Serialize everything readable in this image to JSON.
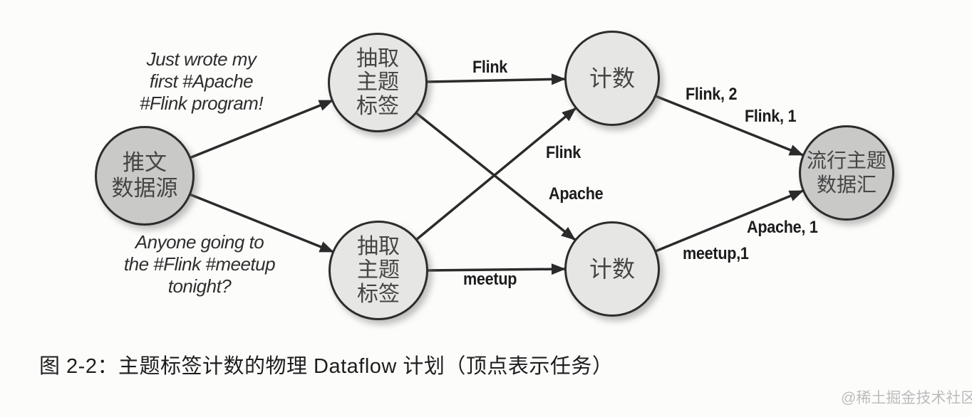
{
  "figure": {
    "caption": "图 2-2：主题标签计数的物理 Dataflow 计划（顶点表示任务）",
    "watermark": "@稀土掘金技术社区"
  },
  "diagram": {
    "nodes": {
      "source": {
        "label": "推文\n数据源"
      },
      "extract_top": {
        "label": "抽取\n主题\n标签"
      },
      "extract_bottom": {
        "label": "抽取\n主题\n标签"
      },
      "count_top": {
        "label": "计数"
      },
      "count_bottom": {
        "label": "计数"
      },
      "sink": {
        "label": "流行主题\n数据汇"
      }
    },
    "annotations": {
      "tweet_top": "Just wrote my\nfirst #Apache\n#Flink program!",
      "tweet_bottom": "Anyone going to\nthe #Flink #meetup\ntonight?"
    },
    "edge_labels": {
      "extract_top_to_count_top": "Flink",
      "extract_bottom_to_count_top": "Flink",
      "extract_top_to_count_bottom": "Apache",
      "extract_bottom_to_count_bottom": "meetup",
      "count_top_to_sink_first": "Flink, 2",
      "count_top_to_sink_second": "Flink, 1",
      "count_bottom_to_sink_first": "Apache, 1",
      "count_bottom_to_sink_second": "meetup,1"
    },
    "colors": {
      "node_fill_dark": "#c9c9c8",
      "node_fill_light": "#e6e6e4",
      "node_border": "#2d2d2d",
      "edge_stroke": "#2b2b2b",
      "node_text": "#454545",
      "watermark": "#bcbcbc",
      "background": "#fcfcfb"
    }
  }
}
